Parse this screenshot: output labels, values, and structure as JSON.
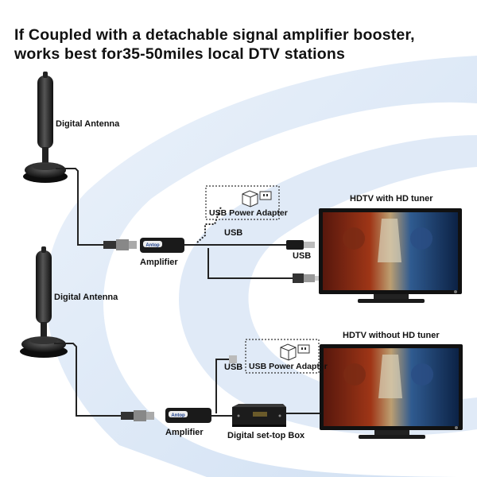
{
  "headline": {
    "line1": "If Coupled with a detachable signal amplifier booster,",
    "line2": "works best for35-50miles local DTV stations"
  },
  "setup_top": {
    "antenna_label": "Digital Antenna",
    "amplifier_label": "Amplifier",
    "adapter_label": "USB Power Adapter",
    "usb_label_1": "USB",
    "usb_label_2": "USB",
    "tv_label": "HDTV with HD tuner",
    "amp_brand": "Antop"
  },
  "setup_bottom": {
    "antenna_label": "Digital Antenna",
    "amplifier_label": "Amplifier",
    "adapter_label": "USB Power Adapter",
    "usb_label": "USB",
    "tv_label": "HDTV without HD tuner",
    "stb_label": "Digital  set-top Box",
    "amp_brand": "Antop"
  },
  "colors": {
    "swirl": "#d6e4f5",
    "cable": "#222222",
    "device": "#1a1a1a"
  },
  "icons": [
    "antenna-icon",
    "amplifier-icon",
    "usb-adapter-icon",
    "tv-icon",
    "set-top-box-icon",
    "coax-connector-icon",
    "usb-plug-icon"
  ]
}
